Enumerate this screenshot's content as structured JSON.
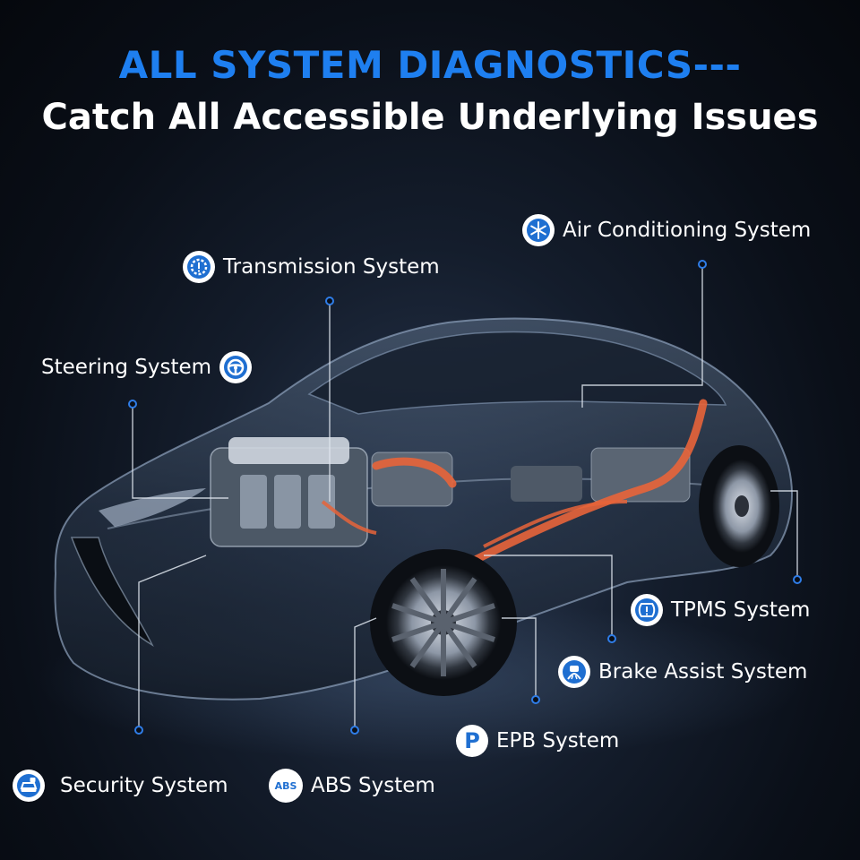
{
  "header": {
    "title": "ALL SYSTEM DIAGNOSTICS---",
    "subtitle": "Catch All Accessible Underlying Issues"
  },
  "colors": {
    "accent": "#1e7ff0",
    "background": "#0a0f18",
    "callout_line": "#dfe6ef",
    "callout_dot": "#2f7de8",
    "wire_orange": "#e8643a"
  },
  "systems": [
    {
      "key": "air-conditioning",
      "label": "Air Conditioning System",
      "icon": "snowflake-icon"
    },
    {
      "key": "transmission",
      "label": "Transmission System",
      "icon": "gear-icon"
    },
    {
      "key": "steering",
      "label": "Steering System",
      "icon": "steering-wheel-icon"
    },
    {
      "key": "tpms",
      "label": "TPMS System",
      "icon": "tire-pressure-icon"
    },
    {
      "key": "brake-assist",
      "label": "Brake Assist System",
      "icon": "brake-assist-icon"
    },
    {
      "key": "epb",
      "label": "EPB System",
      "icon": "parking-brake-icon",
      "icon_text": "P"
    },
    {
      "key": "security",
      "label": "Security System",
      "icon": "car-lock-icon"
    },
    {
      "key": "abs",
      "label": "ABS System",
      "icon": "abs-icon",
      "icon_text": "ABS"
    }
  ]
}
